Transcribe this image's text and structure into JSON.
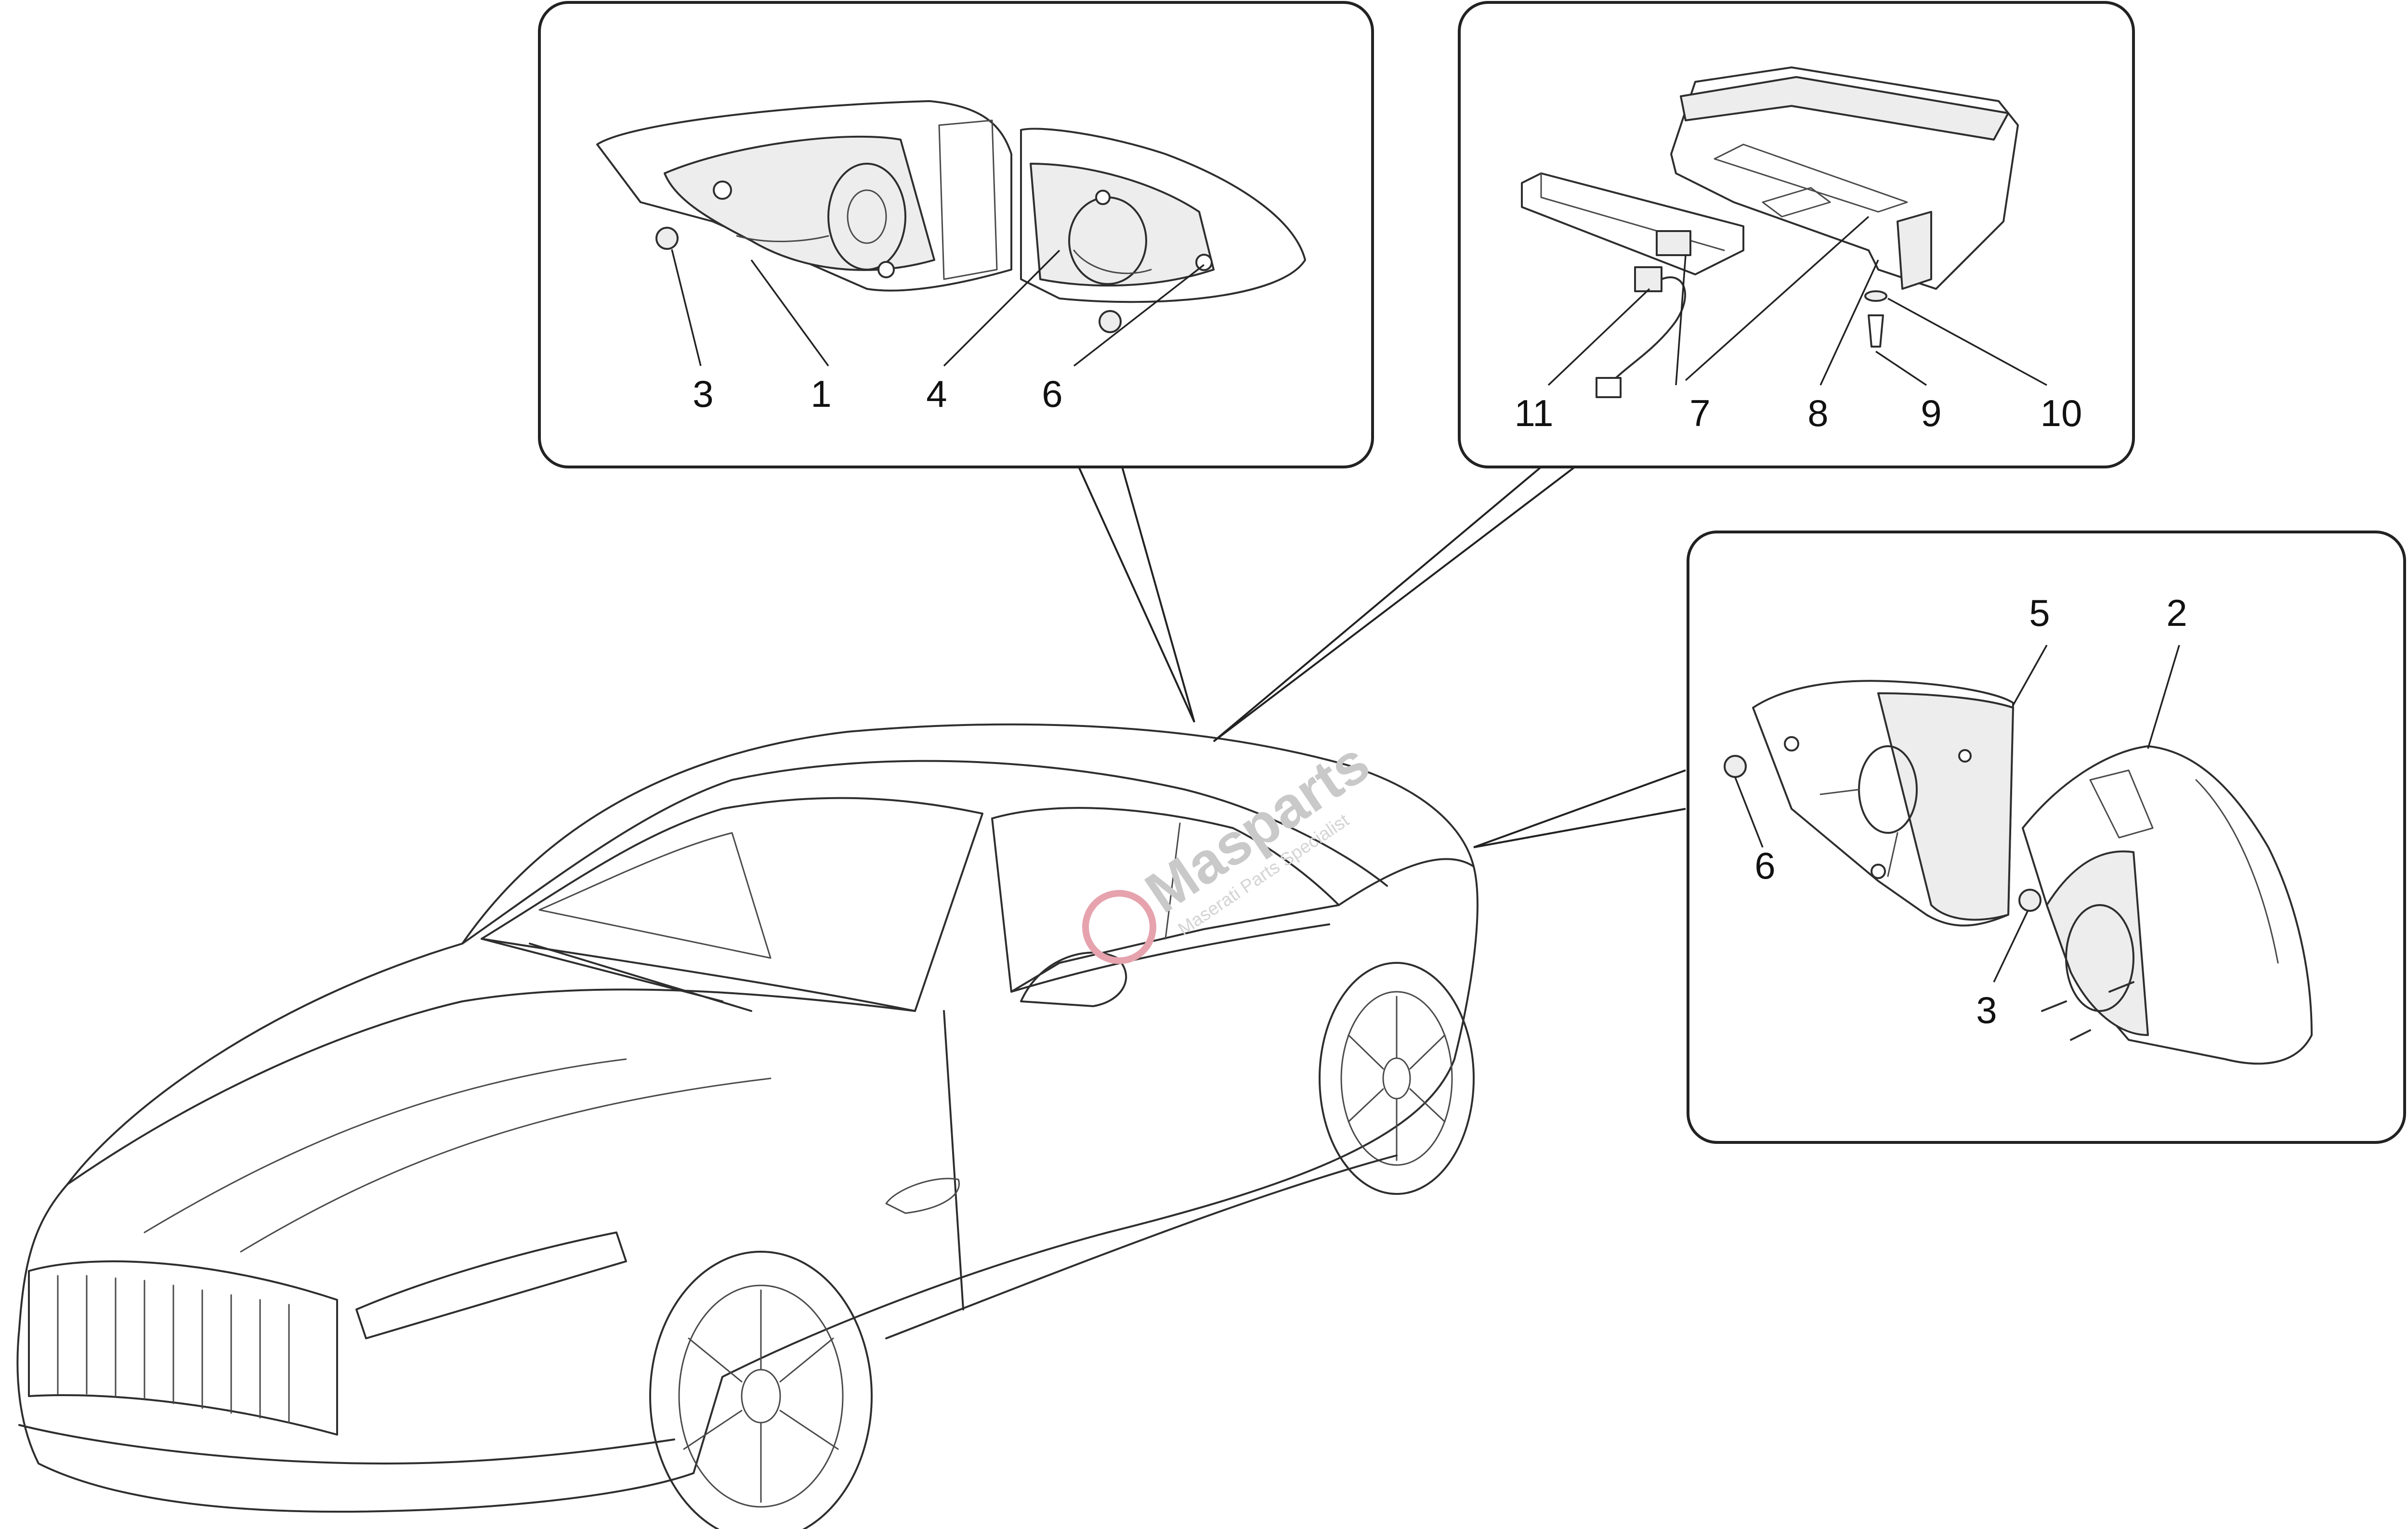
{
  "diagram": {
    "watermark": {
      "brand": "Masparts",
      "tagline": "Maserati Parts Specialist",
      "brand_color": "#c8102e"
    },
    "panels": [
      {
        "id": "tail-lamp-panel",
        "labels": [
          "3",
          "1",
          "4",
          "6"
        ]
      },
      {
        "id": "third-brake-light-panel",
        "labels": [
          "11",
          "7",
          "8",
          "9",
          "10"
        ]
      },
      {
        "id": "right-tail-lamp-panel",
        "labels": [
          "5",
          "2",
          "6",
          "3"
        ]
      }
    ],
    "line_color": "#2e2e2e"
  }
}
